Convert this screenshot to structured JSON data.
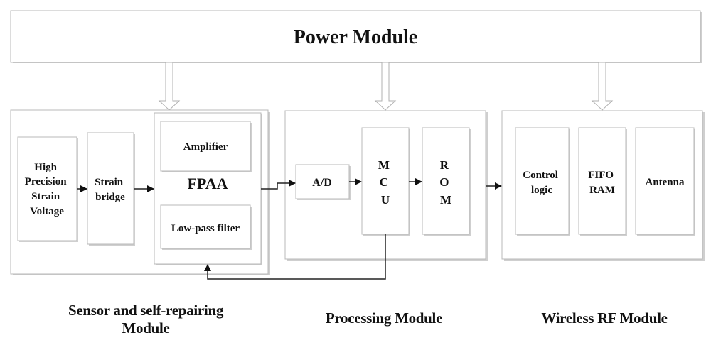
{
  "power_module": {
    "title": "Power Module"
  },
  "sensor_module": {
    "caption_line1": "Sensor and self-repairing",
    "caption_line2": "Module",
    "blocks": {
      "strain_voltage": [
        "High",
        "Precision",
        "Strain",
        "Voltage"
      ],
      "strain_bridge": [
        "Strain",
        "bridge"
      ],
      "fpaa": "FPAA",
      "amplifier": "Amplifier",
      "low_pass_filter": "Low-pass filter"
    }
  },
  "processing_module": {
    "caption": "Processing Module",
    "blocks": {
      "ad": "A/D",
      "mcu": [
        "M",
        "C",
        "U"
      ],
      "rom": [
        "R",
        "O",
        "M"
      ]
    }
  },
  "wireless_module": {
    "caption": "Wireless RF Module",
    "blocks": {
      "control_logic": [
        "Control",
        "logic"
      ],
      "fifo_ram": [
        "FIFO",
        "RAM"
      ],
      "antenna": "Antenna"
    }
  },
  "colors": {
    "border": "#b8b8b8",
    "wire": "#222222",
    "text": "#111111"
  }
}
